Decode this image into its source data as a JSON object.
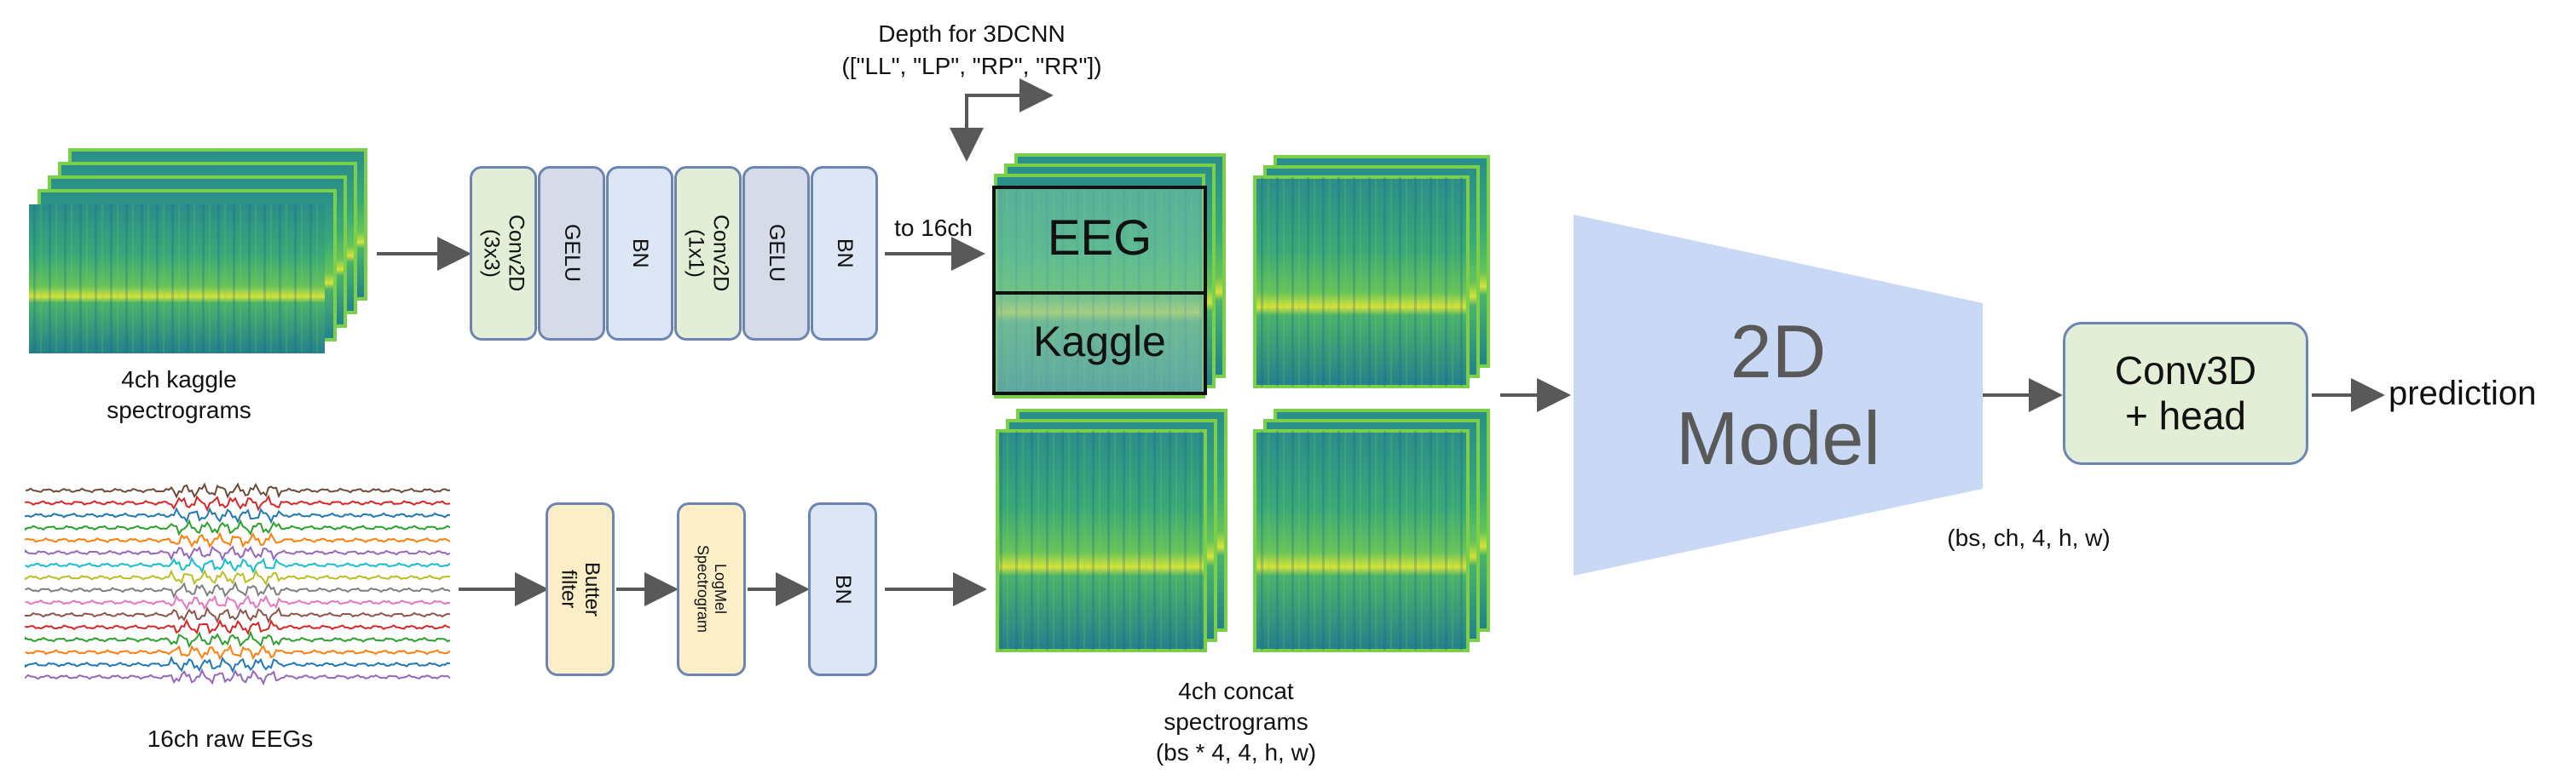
{
  "labels": {
    "depth_title": "Depth for 3DCNN",
    "depth_list": "([\"LL\", \"LP\", \"RP\", \"RR\"])",
    "kaggle_caption_1": "4ch kaggle",
    "kaggle_caption_2": "spectrograms",
    "raw_caption": "16ch raw EEGs",
    "to16": "to 16ch",
    "concat_1": "4ch concat",
    "concat_2": "spectrograms",
    "concat_3": "(bs * 4, 4, h, w)",
    "shape": "(bs, ch, 4, h, w)",
    "prediction": "prediction"
  },
  "top_blocks": [
    {
      "label": "Conv2D\n(3x3)",
      "color": "green"
    },
    {
      "label": "GELU",
      "color": "grey"
    },
    {
      "label": "BN",
      "color": "blue"
    },
    {
      "label": "Conv2D\n(1x1)",
      "color": "green"
    },
    {
      "label": "GELU",
      "color": "grey"
    },
    {
      "label": "BN",
      "color": "blue"
    }
  ],
  "bottom_blocks": [
    {
      "label": "Butter\nfilter",
      "color": "yellow"
    },
    {
      "label": "LogMel\nSpectrogram",
      "color": "yellow"
    },
    {
      "label": "BN",
      "color": "blue"
    }
  ],
  "overlay": {
    "eeg": "EEG",
    "kaggle": "Kaggle"
  },
  "model": {
    "line1": "2D",
    "line2": "Model"
  },
  "head": {
    "line1": "Conv3D",
    "line2": "+ head"
  },
  "colors": {
    "arrow": "#595959",
    "trapezoid": "#c9d9f5",
    "head_fill": "#e3eed6",
    "head_border": "#6d85b4",
    "eeg_traces": [
      "#6b4a3a",
      "#d62728",
      "#1f77b4",
      "#2ca02c",
      "#ff7f0e",
      "#9467bd",
      "#17becf",
      "#bcbd22",
      "#7f7f7f",
      "#e377c2",
      "#8c564b",
      "#d62728",
      "#2ca02c",
      "#ff7f0e",
      "#1f77b4",
      "#9467bd"
    ]
  }
}
